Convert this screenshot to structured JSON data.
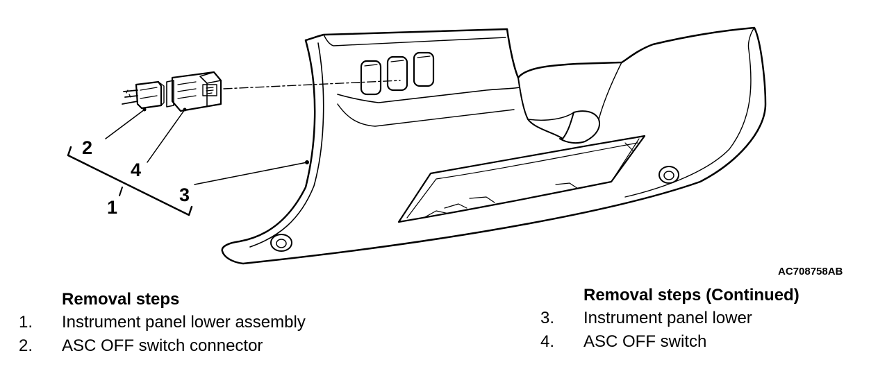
{
  "diagram": {
    "callouts": [
      "1",
      "2",
      "3",
      "4"
    ],
    "figure_code": "AC708758AB"
  },
  "steps_left": {
    "heading": "Removal steps",
    "items": [
      {
        "num": "1.",
        "label": "Instrument panel lower assembly"
      },
      {
        "num": "2.",
        "label": "ASC OFF switch connector"
      }
    ]
  },
  "steps_right": {
    "heading": "Removal steps (Continued)",
    "items": [
      {
        "num": "3.",
        "label": "Instrument panel lower"
      },
      {
        "num": "4.",
        "label": "ASC OFF switch"
      }
    ]
  }
}
